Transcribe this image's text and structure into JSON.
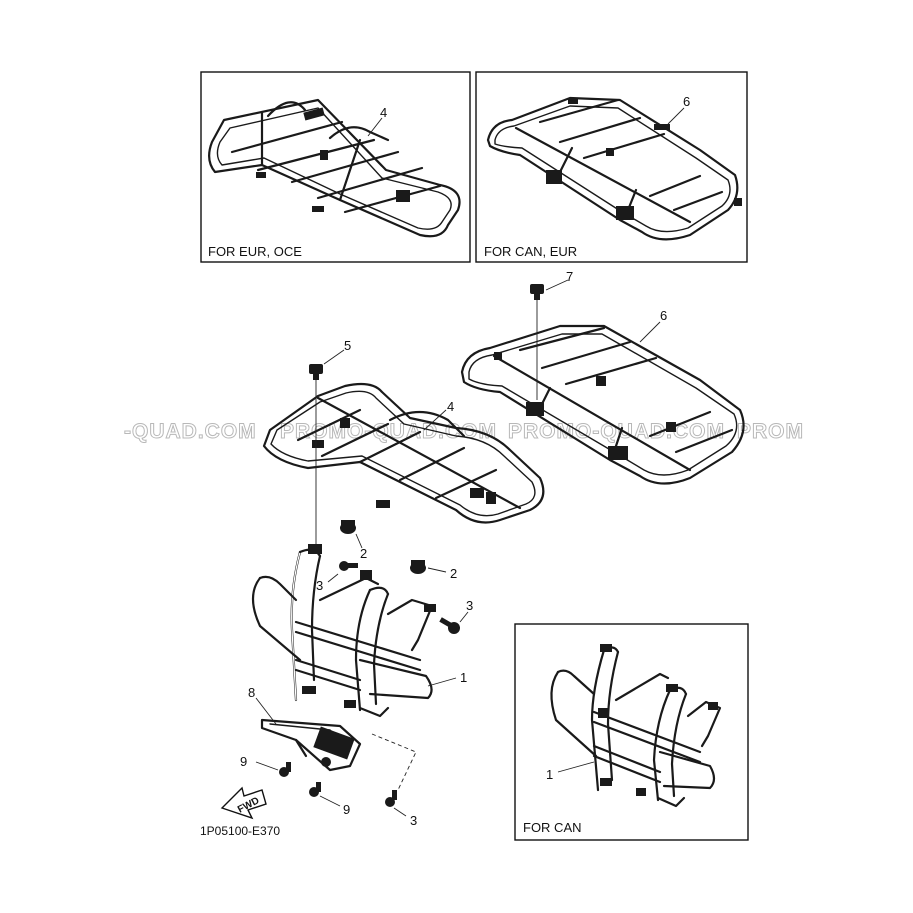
{
  "boxes": {
    "eur_oce": {
      "label": "FOR EUR, OCE",
      "callout": "4"
    },
    "can_eur": {
      "label": "FOR CAN, EUR",
      "callout": "6"
    },
    "can": {
      "label": "FOR CAN",
      "callout": "1"
    }
  },
  "callouts": {
    "c1": "1",
    "c2a": "2",
    "c2b": "2",
    "c3a": "3",
    "c3b": "3",
    "c3c": "3",
    "c4": "4",
    "c5": "5",
    "c6": "6",
    "c7": "7",
    "c8": "8",
    "c9a": "9",
    "c9b": "9"
  },
  "arrow_label": "FWD",
  "diagram_code": "1P05100-E370",
  "watermark": {
    "w1": "-QUAD.COM",
    "w2": "PROMO-QUAD.COM",
    "w3": "PROMO-QUAD.COM",
    "w4": "PROM"
  },
  "colors": {
    "ink": "#1a1a1a",
    "watermark": "#b8b8b8",
    "background": "#ffffff"
  }
}
